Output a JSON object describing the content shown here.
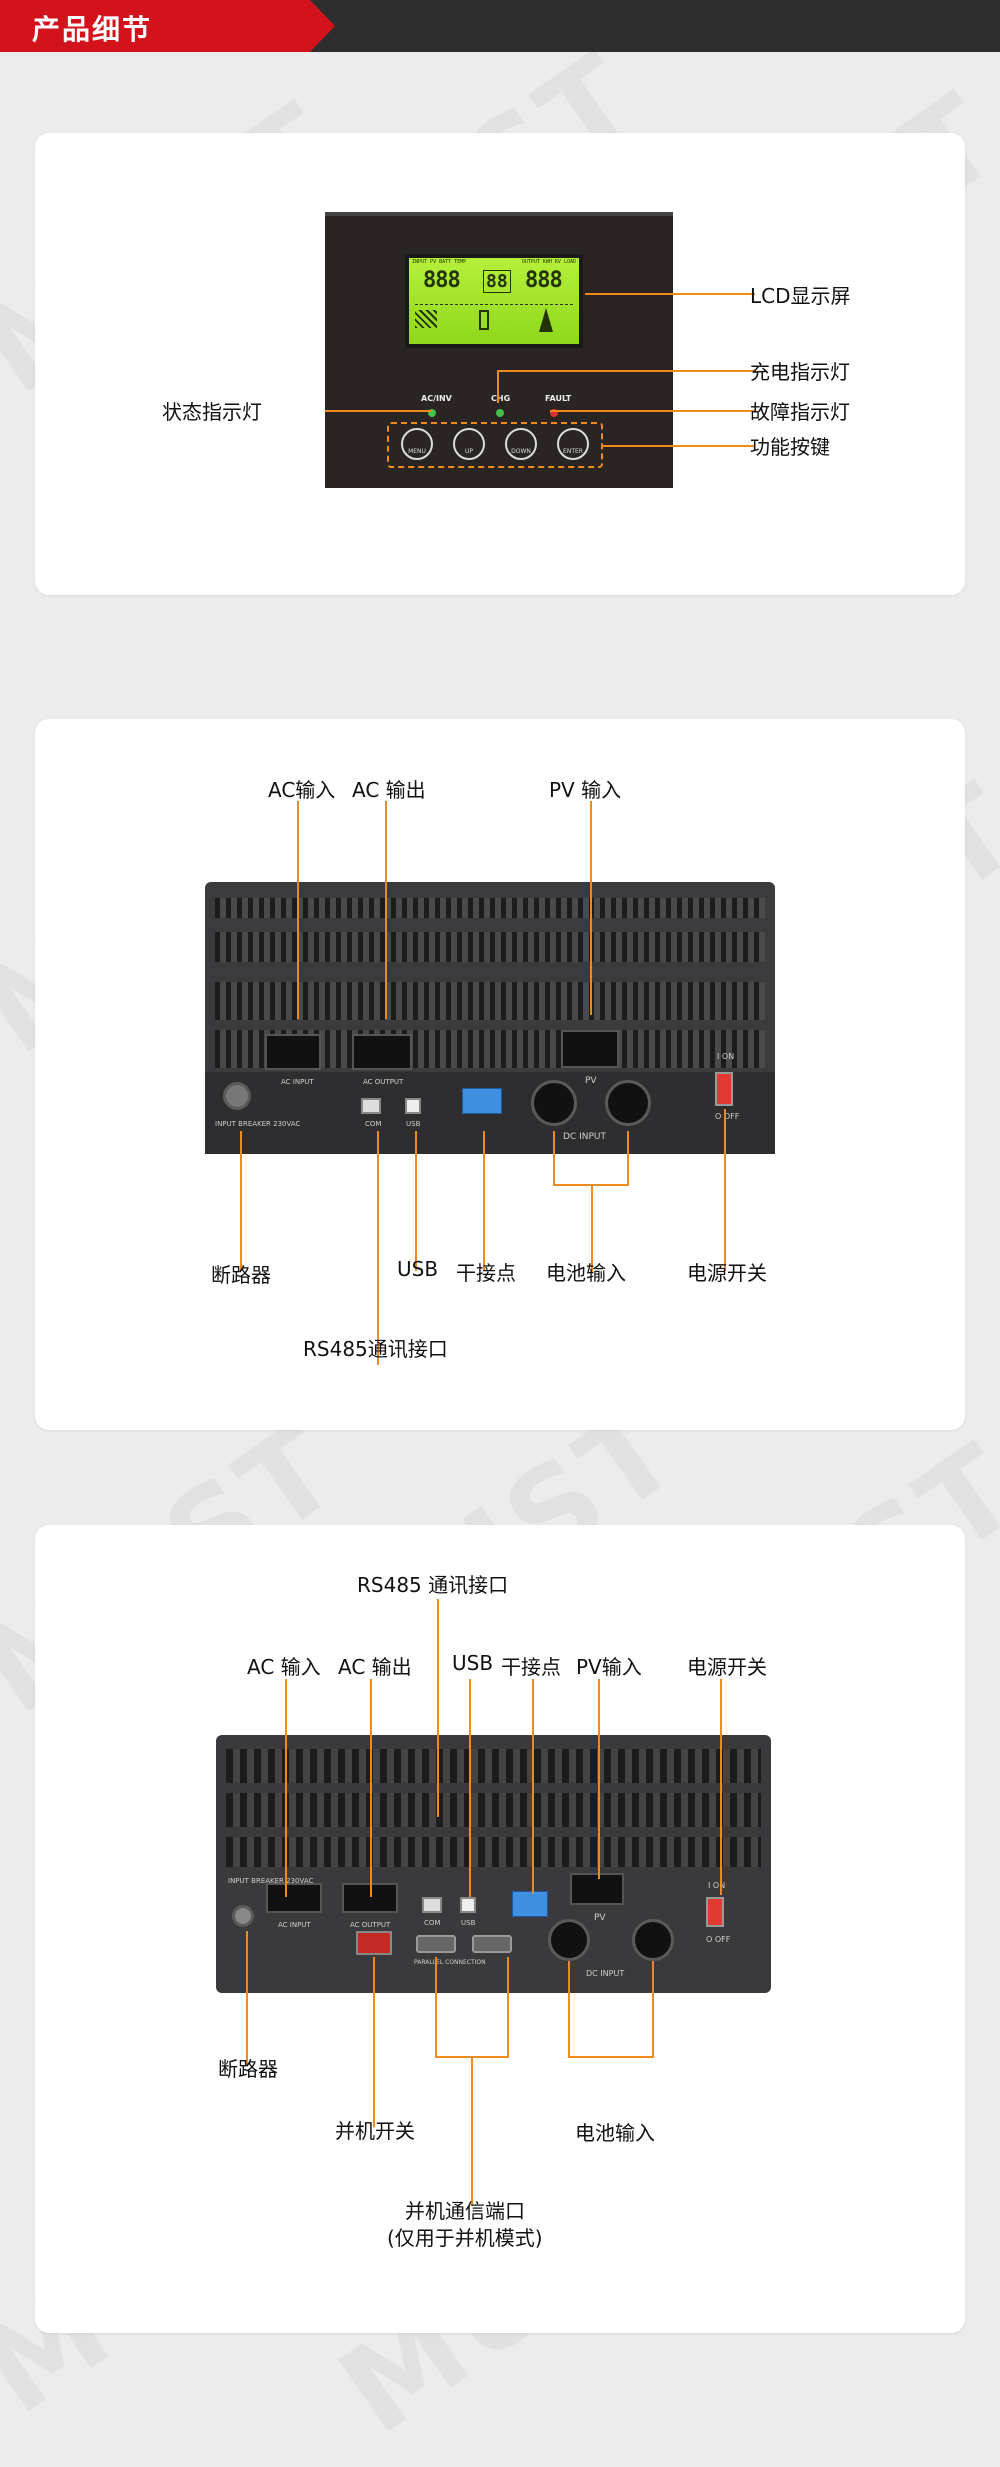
{
  "header": {
    "title": "产品细节"
  },
  "watermark": "MUST",
  "panel": {
    "lcd_label": "LCD显示屏",
    "charge_label": "充电指示灯",
    "fault_label": "故障指示灯",
    "status_label": "状态指示灯",
    "keys_label": "功能按键",
    "lcd_header_left": "INPUT PV BATT TEMP",
    "lcd_header_right": "OUTPUT KWH KV LOAD",
    "lcd_digits_left": "888",
    "lcd_digits_mid": "88",
    "lcd_digits_right": "888",
    "ind_acinv": "AC/INV",
    "ind_chg": "CHG",
    "ind_fault": "FAULT",
    "btn_menu": "MENU",
    "btn_up": "UP",
    "btn_down": "DOWN",
    "btn_enter": "ENTER"
  },
  "rear1": {
    "ac_in": "AC输入",
    "ac_out": "AC 输出",
    "pv_in": "PV 输入",
    "breaker": "断路器",
    "usb": "USB",
    "dry": "干接点",
    "battery": "电池输入",
    "power": "电源开关",
    "rs485": "RS485通讯接口",
    "dev_ac_input": "AC INPUT",
    "dev_ac_output": "AC OUTPUT",
    "dev_breaker": "INPUT BREAKER 230VAC",
    "dev_com": "COM",
    "dev_usb": "USB",
    "dev_pv": "PV",
    "dev_dc_input": "DC INPUT",
    "dev_on": "I ON",
    "dev_off": "O OFF"
  },
  "rear2": {
    "rs485": "RS485 通讯接口",
    "ac_in": "AC 输入",
    "ac_out": "AC 输出",
    "usb": "USB",
    "dry": "干接点",
    "pv_in": "PV输入",
    "power": "电源开关",
    "breaker": "断路器",
    "parallel_switch": "并机开关",
    "battery": "电池输入",
    "parallel_port_1": "并机通信端口",
    "parallel_port_2": "(仅用于并机模式)",
    "dev_breaker": "INPUT BREAKER 230VAC",
    "dev_ac_input": "AC INPUT",
    "dev_ac_output": "AC OUTPUT",
    "dev_com": "COM",
    "dev_usb": "USB",
    "dev_parallel": "PARALLEL CONNECTION",
    "dev_pv": "PV",
    "dev_dc_input": "DC INPUT",
    "dev_on": "I ON",
    "dev_off": "O OFF"
  }
}
